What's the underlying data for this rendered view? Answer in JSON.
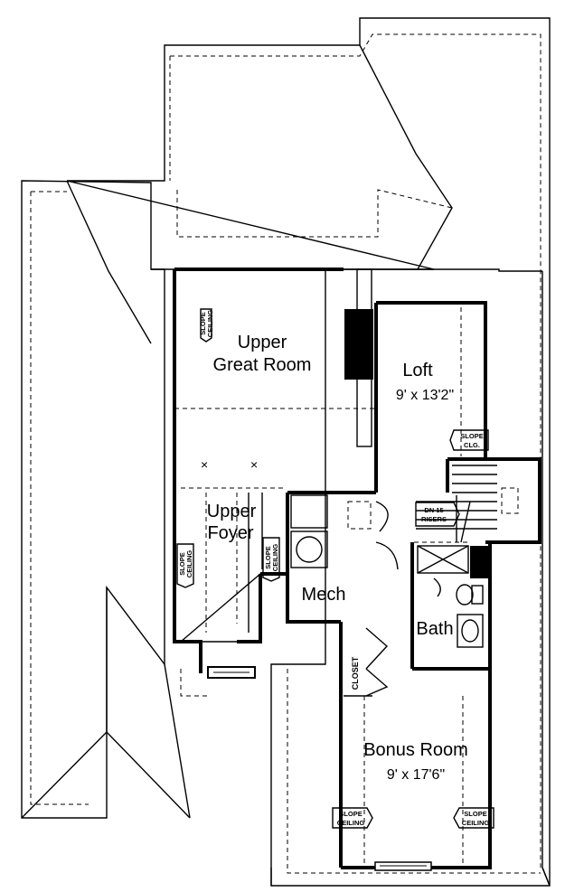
{
  "rooms": {
    "upper_great_room": {
      "line1": "Upper",
      "line2": "Great Room"
    },
    "loft": {
      "name": "Loft",
      "size": "9' x 13'2\""
    },
    "upper_foyer": {
      "line1": "Upper",
      "line2": "Foyer"
    },
    "mech": {
      "name": "Mech"
    },
    "bath": {
      "name": "Bath"
    },
    "closet": {
      "name": "CLOSET"
    },
    "bonus_room": {
      "name": "Bonus Room",
      "size": "9' x 17'6\""
    }
  },
  "notes": {
    "slope_ceiling_great_room": {
      "l1": "SLOPE",
      "l2": "CEILING"
    },
    "slope_clg_loft": {
      "l1": "SLOPE",
      "l2": "CLG."
    },
    "slope_ceiling_foyer_left": {
      "l1": "SLOPE",
      "l2": "CEILING"
    },
    "slope_ceiling_foyer_right": {
      "l1": "SLOPE",
      "l2": "CEILING"
    },
    "stairs": {
      "l1": "DN 15",
      "l2": "RISERS"
    },
    "slope_ceiling_bonus_left": {
      "l1": "SLOPE",
      "l2": "CEILING"
    },
    "slope_ceiling_bonus_right": {
      "l1": "SLOPE",
      "l2": "CEILING"
    }
  },
  "colors": {
    "line": "#000000",
    "background": "#ffffff"
  }
}
